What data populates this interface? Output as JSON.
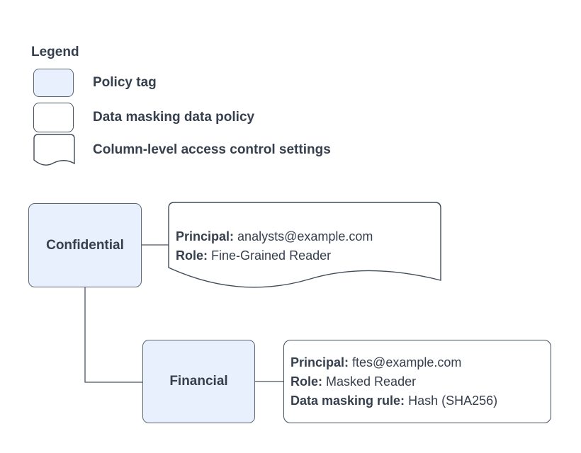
{
  "legend": {
    "title": "Legend",
    "items": [
      {
        "shape": "policy-tag-swatch",
        "label": "Policy tag"
      },
      {
        "shape": "data-masking-policy-swatch",
        "label": "Data masking data policy"
      },
      {
        "shape": "column-access-settings-swatch",
        "label": "Column-level access control settings"
      }
    ]
  },
  "nodes": {
    "confidential": {
      "label": "Confidential"
    },
    "financial": {
      "label": "Financial"
    }
  },
  "notes": {
    "confidential_access": {
      "lines": [
        {
          "label": "Principal:",
          "value": "analysts@example.com"
        },
        {
          "label": "Role:",
          "value": "Fine-Grained Reader"
        }
      ]
    },
    "financial_masking": {
      "lines": [
        {
          "label": "Principal:",
          "value": "ftes@example.com"
        },
        {
          "label": "Role:",
          "value": "Masked Reader"
        },
        {
          "label": "Data masking rule:",
          "value": "Hash (SHA256)"
        }
      ]
    }
  },
  "colors": {
    "policy_tag_fill": "#e8f0fe",
    "shape_border": "#404b59",
    "node_border": "#5b6775",
    "text": "#363f4d",
    "background": "#ffffff"
  }
}
